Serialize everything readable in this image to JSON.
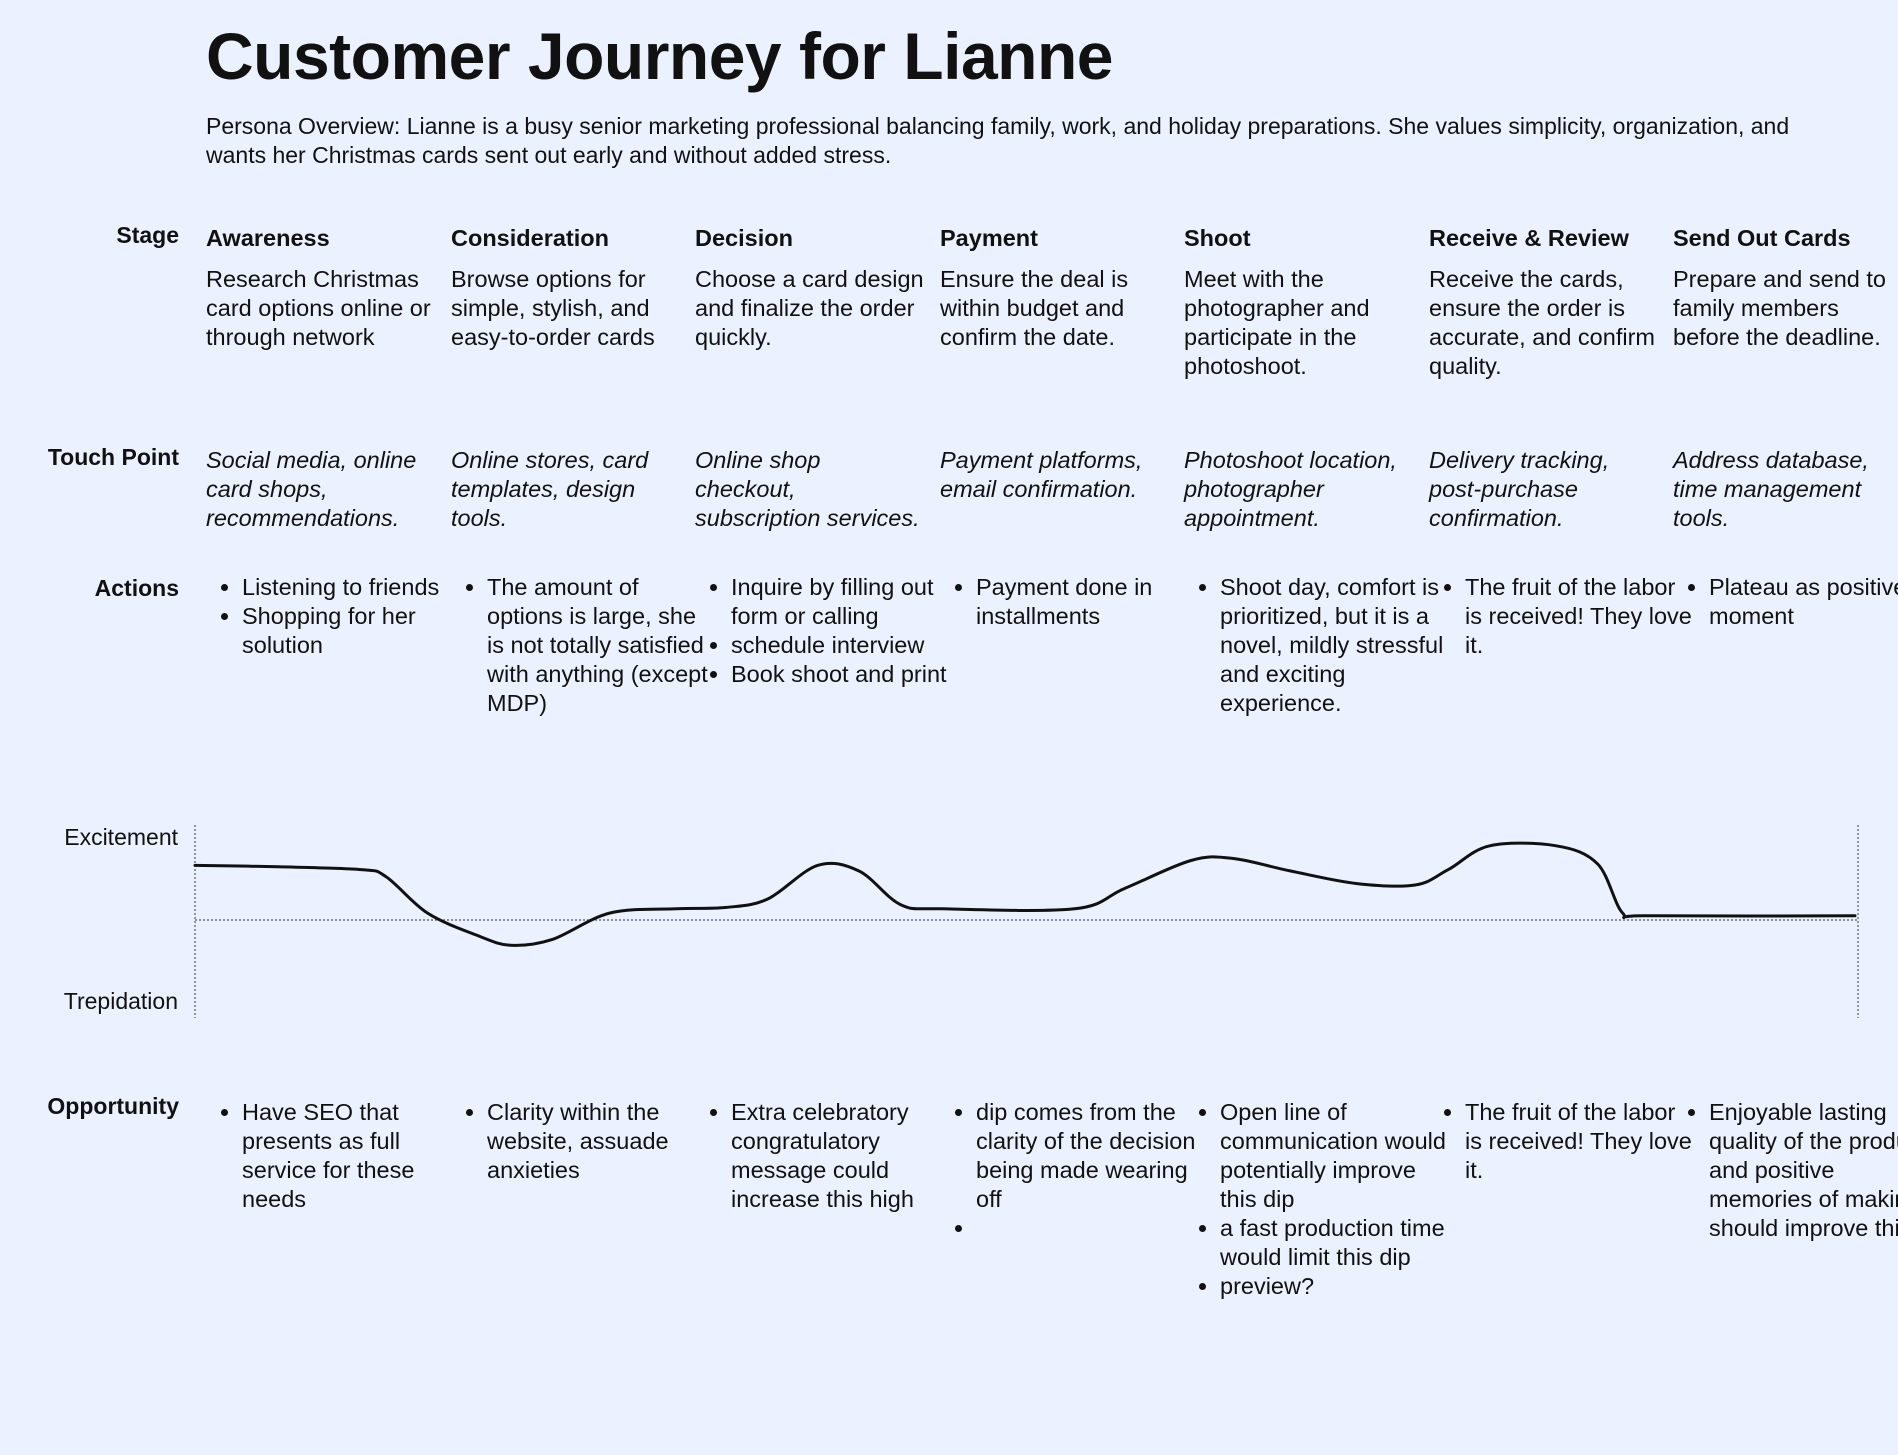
{
  "title": "Customer Journey for Lianne",
  "overview": "Persona Overview: Lianne is a busy senior marketing professional balancing family, work, and holiday preparations. She values simplicity, organization, and wants her Christmas cards sent out early and without added stress.",
  "row_labels": {
    "stage": "Stage",
    "touch_point": "Touch Point",
    "actions": "Actions",
    "opportunity": "Opportunity"
  },
  "emotion_axis": {
    "high": "Excitement",
    "low": "Trepidation"
  },
  "stages": [
    {
      "name": "Awareness",
      "description": "Research Christmas card options online or through network",
      "touch_point": "Social media, online card shops, recommendations.",
      "actions": [
        "Listening to friends",
        "Shopping for her solution"
      ],
      "opportunities": [
        "Have SEO that presents as full service for these needs"
      ]
    },
    {
      "name": "Consideration",
      "description": "Browse options for simple, stylish, and easy-to-order cards",
      "touch_point": "Online stores, card templates, design tools.",
      "actions": [
        "The amount of options is large, she is not totally satisfied with anything (except MDP)"
      ],
      "opportunities": [
        "Clarity within the website, assuade anxieties"
      ]
    },
    {
      "name": "Decision",
      "description": "Choose a card design and finalize the order quickly.",
      "touch_point": "Online shop checkout, subscription services.",
      "actions": [
        "Inquire by filling out form or calling",
        "schedule interview",
        "Book shoot and print"
      ],
      "opportunities": [
        "Extra celebratory congratulatory message could increase this high"
      ]
    },
    {
      "name": "Payment",
      "description": "Ensure the deal is within budget and confirm the date.",
      "touch_point": "Payment platforms, email confirmation.",
      "actions": [
        "Payment done in installments"
      ],
      "opportunities": [
        "dip comes from the clarity of the decision being made wearing off",
        ""
      ]
    },
    {
      "name": "Shoot",
      "description": "Meet with the photographer and participate in the photoshoot.",
      "touch_point": "Photoshoot location, photographer appointment.",
      "actions": [
        "Shoot day, comfort is prioritized, but it is a novel, mildly stressful and exciting experience."
      ],
      "opportunities": [
        "Open line of communication would potentially improve this dip",
        "a fast production time would limit this dip",
        "preview?"
      ]
    },
    {
      "name": "Receive & Review",
      "description": "Receive the cards, ensure the order is accurate, and confirm quality.",
      "touch_point": "Delivery tracking, post-purchase confirmation.",
      "actions": [
        "The fruit of the labor is received! They love it."
      ],
      "opportunities": [
        "The fruit of the labor is received! They love it."
      ]
    },
    {
      "name": "Send Out Cards",
      "description": "Prepare and send to family members before the deadline.",
      "touch_point": "Address database, time management tools.",
      "actions": [
        "Plateau as positive moment"
      ],
      "opportunities": [
        "Enjoyable lasting quality of the product and positive memories of making should improve this."
      ]
    }
  ],
  "emotion_curve": {
    "scale": "-1 (Trepidation) to 1 (Excitement), 0 = neutral",
    "points": [
      {
        "t": 0.0,
        "v": 0.78
      },
      {
        "t": 0.05,
        "v": 0.76
      },
      {
        "t": 0.1,
        "v": 0.72
      },
      {
        "t": 0.115,
        "v": 0.62
      },
      {
        "t": 0.14,
        "v": 0.1
      },
      {
        "t": 0.17,
        "v": -0.22
      },
      {
        "t": 0.19,
        "v": -0.36
      },
      {
        "t": 0.215,
        "v": -0.28
      },
      {
        "t": 0.25,
        "v": 0.1
      },
      {
        "t": 0.29,
        "v": 0.16
      },
      {
        "t": 0.32,
        "v": 0.18
      },
      {
        "t": 0.345,
        "v": 0.3
      },
      {
        "t": 0.375,
        "v": 0.78
      },
      {
        "t": 0.4,
        "v": 0.7
      },
      {
        "t": 0.425,
        "v": 0.22
      },
      {
        "t": 0.45,
        "v": 0.16
      },
      {
        "t": 0.53,
        "v": 0.16
      },
      {
        "t": 0.56,
        "v": 0.45
      },
      {
        "t": 0.6,
        "v": 0.85
      },
      {
        "t": 0.625,
        "v": 0.88
      },
      {
        "t": 0.66,
        "v": 0.7
      },
      {
        "t": 0.7,
        "v": 0.52
      },
      {
        "t": 0.735,
        "v": 0.5
      },
      {
        "t": 0.755,
        "v": 0.72
      },
      {
        "t": 0.78,
        "v": 1.06
      },
      {
        "t": 0.82,
        "v": 1.06
      },
      {
        "t": 0.845,
        "v": 0.8
      },
      {
        "t": 0.86,
        "v": 0.1
      },
      {
        "t": 0.875,
        "v": 0.06
      },
      {
        "t": 1.0,
        "v": 0.06
      }
    ]
  }
}
